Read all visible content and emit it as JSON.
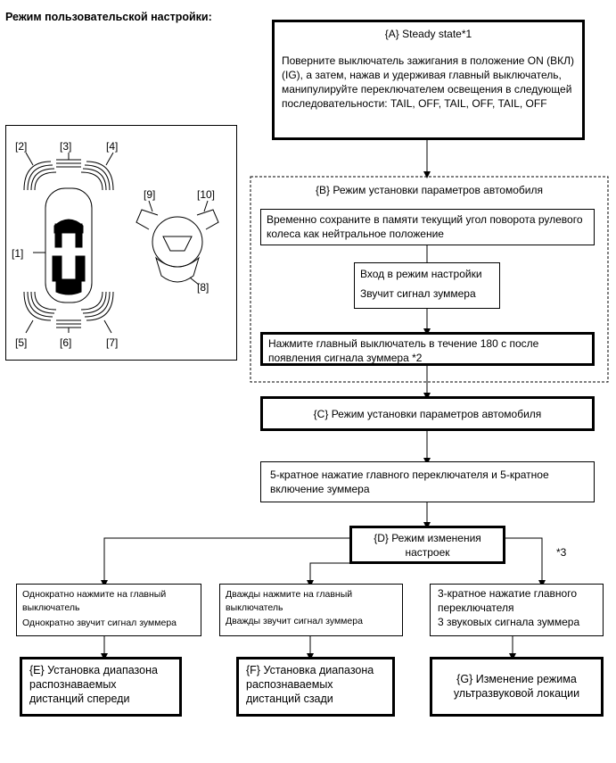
{
  "page_title": "Режим пользовательской настройки:",
  "diagram": {
    "labels": [
      "[1]",
      "[2]",
      "[3]",
      "[4]",
      "[5]",
      "[6]",
      "[7]",
      "[8]",
      "[9]",
      "[10]"
    ]
  },
  "flow": {
    "a_title": "{A} Steady state*1",
    "a_text": "Поверните выключатель зажигания в положение ON (ВКЛ) (IG), а затем, нажав и удерживая главный выключатель, манипулируйте переключателем освещения в следующей последовательности:  TAIL, OFF, TAIL, OFF, TAIL, OFF",
    "b_title": "{B} Режим установки параметров автомобиля",
    "b_step1": "Временно сохраните в памяти текущий угол поворота рулевого колеса как нейтральное положение",
    "b_step2_line1": "Вход в режим настройки",
    "b_step2_line2": "Звучит сигнал зуммера",
    "b_step3": "Нажмите главный выключатель в течение 180 с после появления сигнала зуммера *2",
    "c_title": "{C} Режим установки параметров автомобиля",
    "c_step": "5-кратное нажатие главного переключателя и 5-кратное включение зуммера",
    "d_title": "{D} Режим изменения настроек",
    "note3": "*3",
    "e_step_line1": "Однократно нажмите на главный выключатель",
    "e_step_line2": "Однократно звучит сигнал зуммера",
    "f_step_line1": "Дважды нажмите на главный выключатель",
    "f_step_line2": "Дважды звучит сигнал зуммера",
    "g_step_line1": "3-кратное нажатие главного переключателя",
    "g_step_line2": "3 звуковых сигнала зуммера",
    "e_title": "{E} Установка диапазона распознаваемых дистанций спереди",
    "f_title": "{F} Установка диапазона распознаваемых дистанций сзади",
    "g_title": "{G} Изменение режима ультразвуковой локации"
  }
}
